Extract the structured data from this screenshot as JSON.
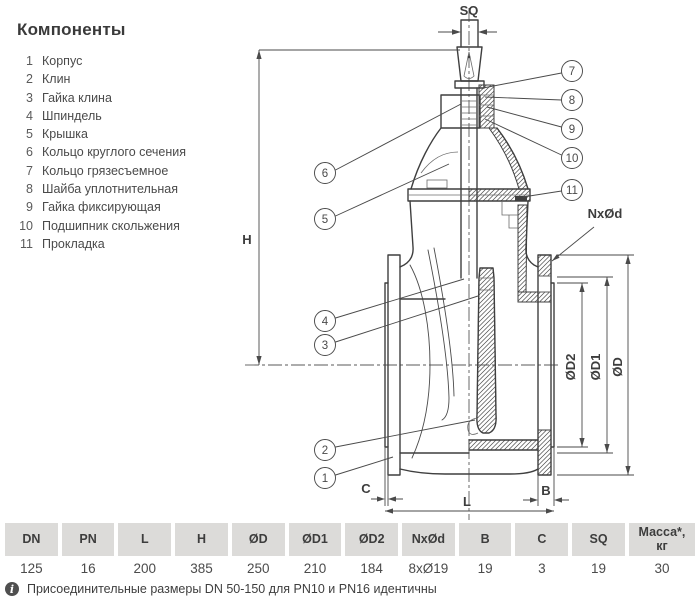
{
  "components": {
    "title": "Компоненты",
    "items": [
      {
        "num": "1",
        "label": "Корпус"
      },
      {
        "num": "2",
        "label": "Клин"
      },
      {
        "num": "3",
        "label": "Гайка клина"
      },
      {
        "num": "4",
        "label": "Шпиндель"
      },
      {
        "num": "5",
        "label": "Крышка"
      },
      {
        "num": "6",
        "label": "Кольцо круглого сечения"
      },
      {
        "num": "7",
        "label": "Кольцо грязесъемное"
      },
      {
        "num": "8",
        "label": "Шайба уплотнительная"
      },
      {
        "num": "9",
        "label": "Гайка фиксирующая"
      },
      {
        "num": "10",
        "label": "Подшипник скольжения"
      },
      {
        "num": "11",
        "label": "Прокладка"
      }
    ]
  },
  "drawing": {
    "dims": {
      "sq": "SQ",
      "h": "H",
      "nxod": "NxØd",
      "od2": "ØD2",
      "od1": "ØD1",
      "od": "ØD",
      "c": "C",
      "l": "L",
      "b": "B"
    },
    "callouts": [
      "1",
      "2",
      "3",
      "4",
      "5",
      "6",
      "7",
      "8",
      "9",
      "10",
      "11"
    ]
  },
  "table": {
    "columns": [
      {
        "h": "DN",
        "v": "125"
      },
      {
        "h": "PN",
        "v": "16"
      },
      {
        "h": "L",
        "v": "200"
      },
      {
        "h": "H",
        "v": "385"
      },
      {
        "h": "ØD",
        "v": "250"
      },
      {
        "h": "ØD1",
        "v": "210"
      },
      {
        "h": "ØD2",
        "v": "184"
      },
      {
        "h": "NxØd",
        "v": "8xØ19"
      },
      {
        "h": "B",
        "v": "19"
      },
      {
        "h": "C",
        "v": "3"
      },
      {
        "h": "SQ",
        "v": "19"
      },
      {
        "h1": "Масса*,",
        "h2": "кг",
        "v": "30"
      }
    ]
  },
  "note": {
    "icon_glyph": "i",
    "text": "Присоединительные размеры DN 50-150 для PN10 и PN16 идентичны"
  }
}
